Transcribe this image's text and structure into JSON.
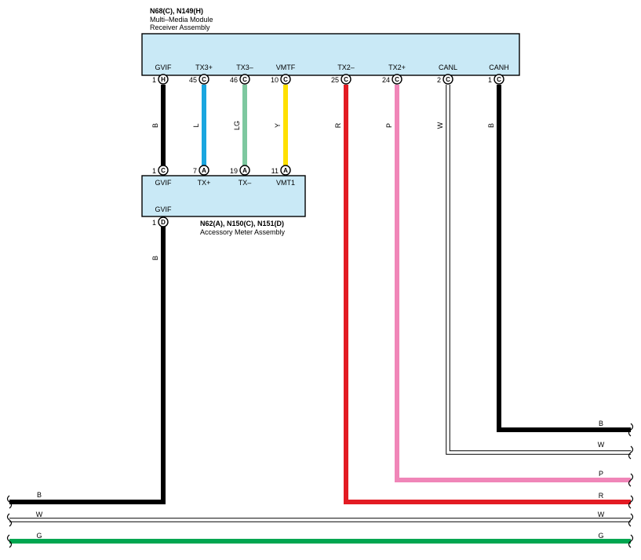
{
  "module_top": {
    "id": "N68(C), N149(H)",
    "name_line1": "Multi–Media Module",
    "name_line2": "Receiver Assembly",
    "terminals": [
      {
        "label": "GVIF",
        "pin": "1",
        "connector": "H"
      },
      {
        "label": "TX3+",
        "pin": "45",
        "connector": "C"
      },
      {
        "label": "TX3–",
        "pin": "46",
        "connector": "C"
      },
      {
        "label": "VMTF",
        "pin": "10",
        "connector": "C"
      },
      {
        "label": "TX2–",
        "pin": "25",
        "connector": "C"
      },
      {
        "label": "TX2+",
        "pin": "24",
        "connector": "C"
      },
      {
        "label": "CANL",
        "pin": "2",
        "connector": "C"
      },
      {
        "label": "CANH",
        "pin": "1",
        "connector": "C"
      }
    ]
  },
  "module_mid": {
    "id": "N62(A), N150(C), N151(D)",
    "name": "Accessory Meter Assembly",
    "terminals_top": [
      {
        "label": "GVIF",
        "pin": "1",
        "connector": "C"
      },
      {
        "label": "TX+",
        "pin": "7",
        "connector": "A"
      },
      {
        "label": "TX–",
        "pin": "19",
        "connector": "A"
      },
      {
        "label": "VMT1",
        "pin": "11",
        "connector": "A"
      }
    ],
    "terminal_bottom": {
      "label": "GVIF",
      "pin": "1",
      "connector": "D"
    }
  },
  "wire_colors": {
    "B": "#000000",
    "L": "#1aa6e0",
    "LG": "#7ec8a0",
    "Y": "#ffe000",
    "R": "#e31b23",
    "P": "#f086b8",
    "W": "#ffffff",
    "G": "#00a650"
  },
  "wires_vertical": [
    {
      "code": "B"
    },
    {
      "code": "L"
    },
    {
      "code": "LG"
    },
    {
      "code": "Y"
    },
    {
      "code": "R"
    },
    {
      "code": "P"
    },
    {
      "code": "W"
    },
    {
      "code": "B"
    },
    {
      "code": "B"
    }
  ],
  "wires_right_exit": [
    {
      "code": "B"
    },
    {
      "code": "W"
    },
    {
      "code": "P"
    },
    {
      "code": "R"
    }
  ],
  "wires_bus": [
    {
      "code_left": "B",
      "code_right": ""
    },
    {
      "code_left": "W",
      "code_right": "W"
    },
    {
      "code_left": "G",
      "code_right": "G"
    }
  ]
}
